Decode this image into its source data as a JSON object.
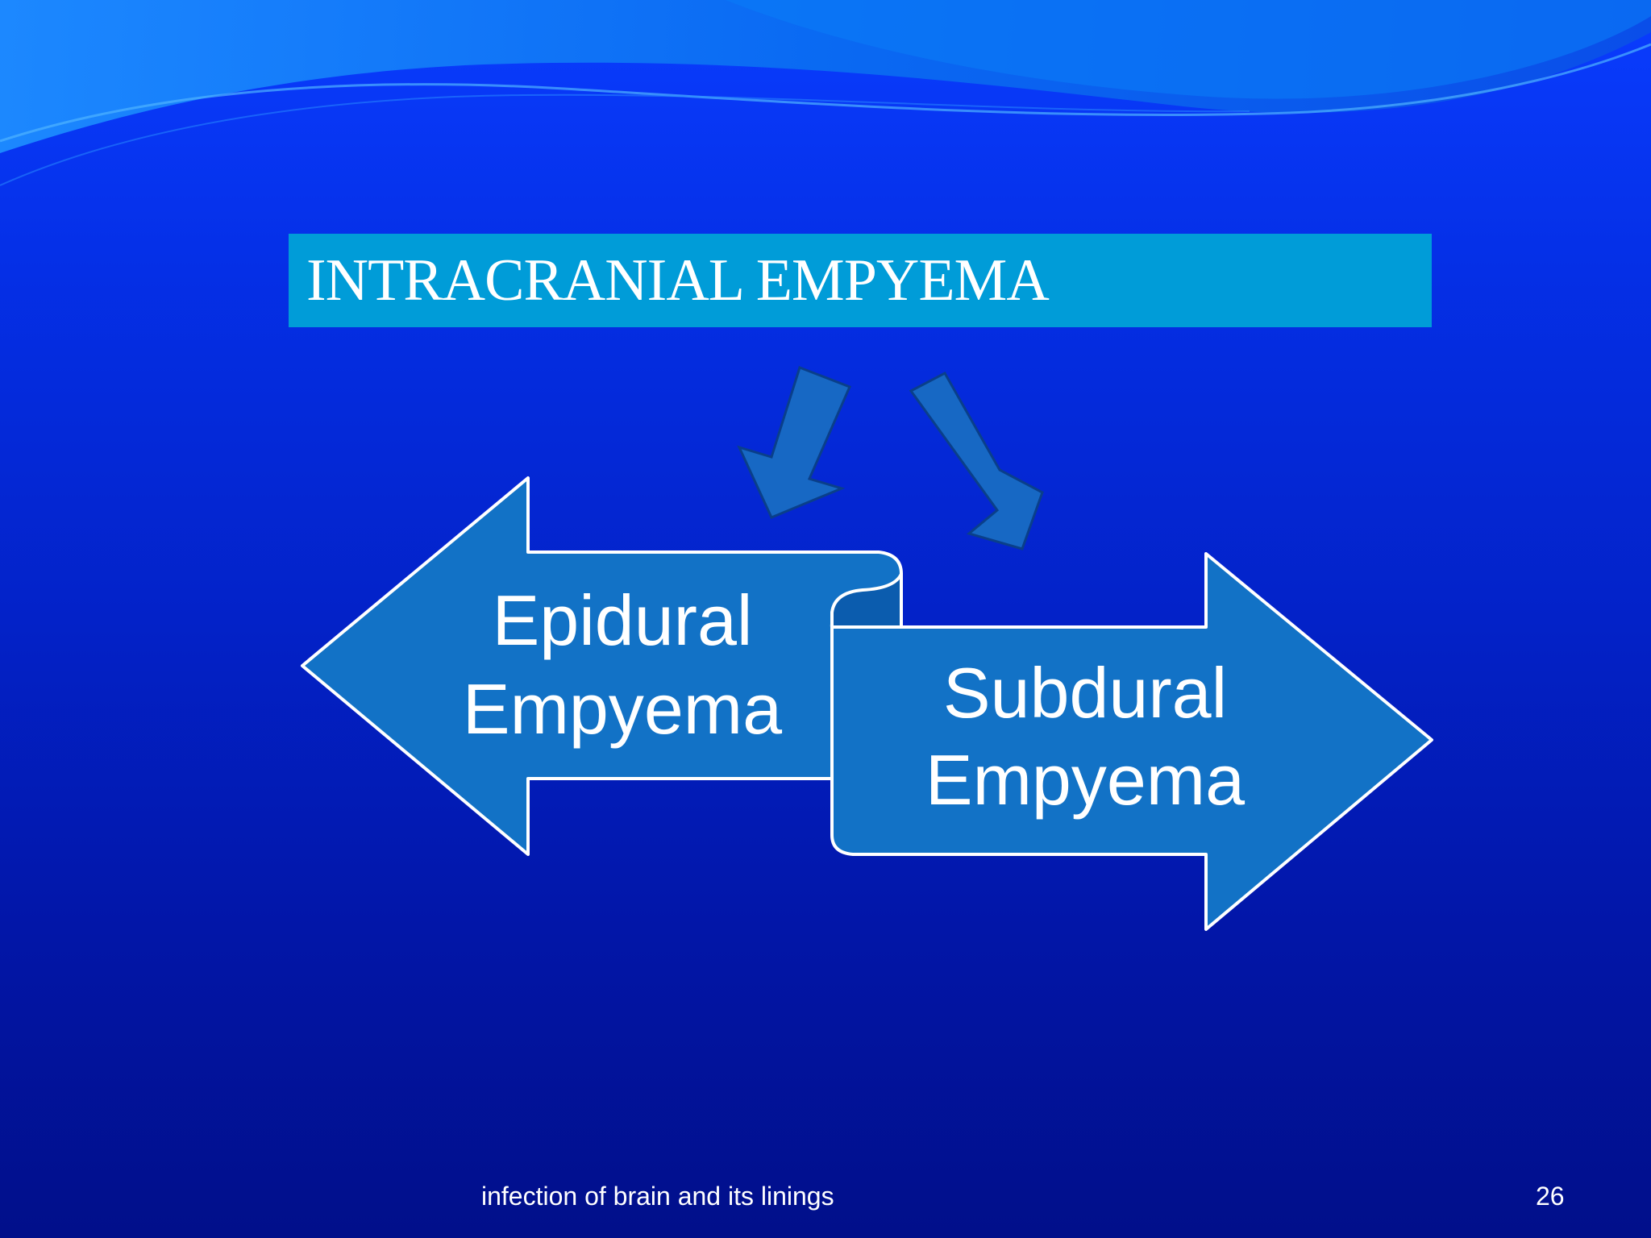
{
  "slide": {
    "title": "INTRACRANIAL EMPYEMA",
    "footer": "infection of brain and its linings",
    "page_number": "26"
  },
  "diagram": {
    "left_arrow": {
      "line1": "Epidural",
      "line2": "Empyema"
    },
    "right_arrow": {
      "line1": "Subdural",
      "line2": "Empyema"
    },
    "down_arrows": [
      "down-left-arrow",
      "down-right-arrow"
    ]
  },
  "colors": {
    "title_box": "#009cd8",
    "arrow_fill": "#1272c6",
    "arrow_stroke": "#ffffff",
    "fold_fill": "#0b5cae",
    "small_arrow_fill": "#1768c4",
    "small_arrow_stroke": "#0a3f8a"
  }
}
